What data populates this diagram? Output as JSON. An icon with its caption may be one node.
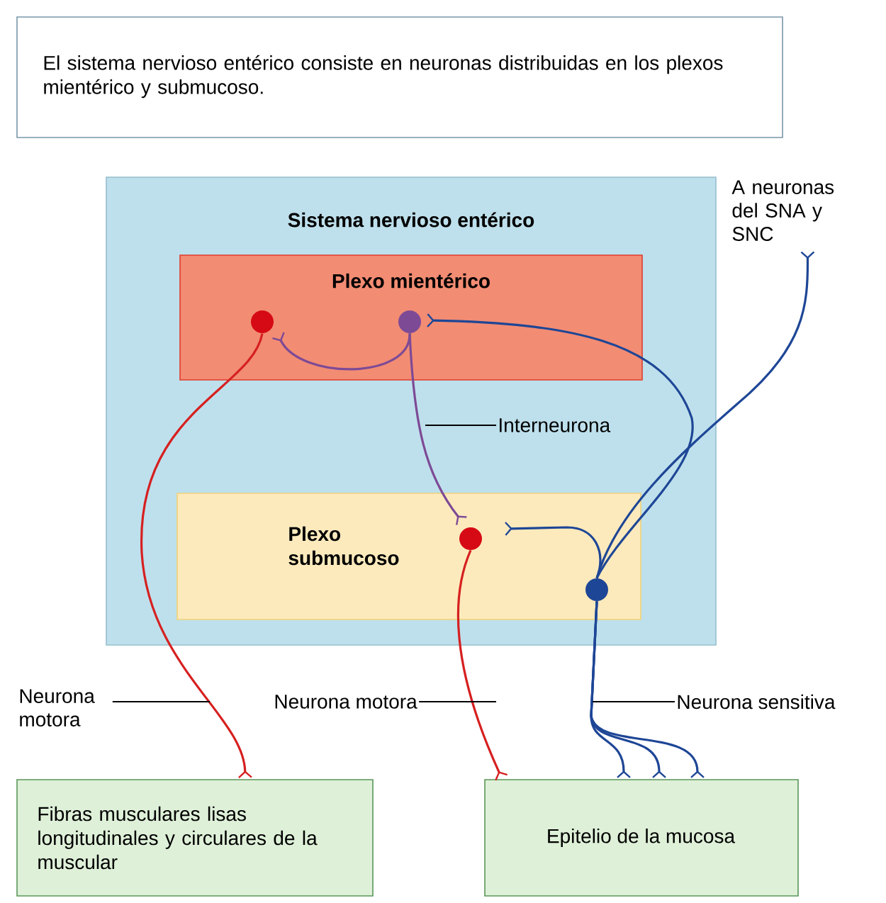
{
  "diagram": {
    "nodes": [
      {
        "text": [
          "El sistema nervioso entérico consiste en neuronas distribuidas en los plexos mientérico y submucoso."
        ]
      },
      {
        "text": [
          "Sistema nervioso entérico"
        ]
      },
      {
        "text": [
          "Plexo mientérico"
        ],
        "in": 1
      },
      {
        "text": [
          "Plexo submucoso"
        ],
        "in": 1
      },
      {
        "text": [],
        "shape": "circle",
        "in": 2
      },
      {
        "text": [],
        "shape": "circle",
        "in": 2
      },
      {
        "text": [],
        "shape": "circle",
        "in": 3
      },
      {
        "text": [],
        "shape": "circle",
        "in": 3
      },
      {
        "text": [
          "Fibras musculares lisas longitudinales y circulares de la muscular"
        ]
      },
      {
        "text": [
          "Epitelio de la mucosa"
        ]
      },
      {
        "text": [
          "A neuronas del SNA y SNC"
        ]
      },
      {
        "text": [
          "Neurona motora"
        ]
      },
      {
        "text": [
          "Interneurona"
        ],
        "in": 1
      },
      {
        "text": [
          "Neurona motora"
        ]
      },
      {
        "text": [
          "Neurona sensitiva"
        ]
      }
    ],
    "edges": [
      {
        "from": 4,
        "to": 8,
        "arrow": "other",
        "color": "#d62020"
      },
      {
        "from": 5,
        "to": 4,
        "arrow": "other",
        "color": "#7d4a96"
      },
      {
        "from": 5,
        "to": 6,
        "arrow": "other",
        "color": "#7d4a96"
      },
      {
        "from": 6,
        "to": 9,
        "arrow": "other",
        "color": "#d62020"
      },
      {
        "from": 7,
        "to": 5,
        "arrow": "other"
      },
      {
        "from": 7,
        "to": 6,
        "arrow": "other"
      },
      {
        "from": 7,
        "to": 10,
        "arrow": "other"
      },
      {
        "from": 7,
        "to": 9,
        "arrow": "other"
      },
      {
        "from": 7,
        "to": 9,
        "arrow": "other"
      },
      {
        "from": 7,
        "to": 9,
        "arrow": "other"
      },
      {
        "from": 11,
        "to": null,
        "arrow": "none",
        "color": "#000000"
      },
      {
        "from": 12,
        "to": null,
        "arrow": "none",
        "color": "#000000"
      },
      {
        "from": 13,
        "to": null,
        "arrow": "none",
        "color": "#000000"
      },
      {
        "from": 14,
        "to": null,
        "arrow": "none",
        "color": "#000000"
      }
    ]
  }
}
